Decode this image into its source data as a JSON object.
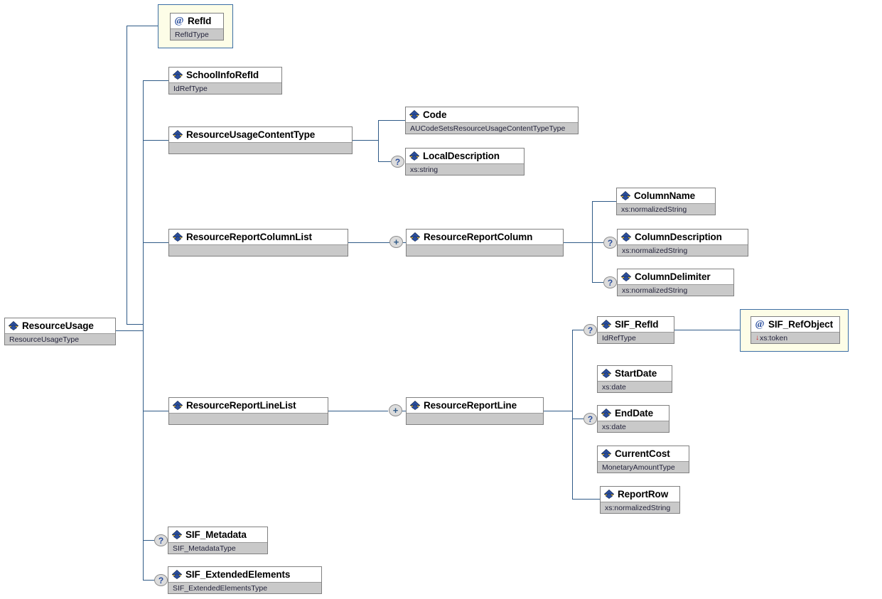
{
  "diagram": {
    "title": "ResourceUsage XSD structure diagram",
    "colors": {
      "line": "#2f5a87",
      "node_border": "#808080",
      "type_row": "#c9c9c9",
      "attribute_frame_bg": "#fdfde7",
      "attribute_frame_border": "#3b6ea5",
      "marker_bg": "#dcdcdc",
      "icon_blue": "#2b4f9e",
      "icon_yellow": "#f2c12e",
      "arrow_red": "#cc2222"
    },
    "markers": {
      "optional": "?",
      "sequence": "+"
    },
    "nodes": {
      "root": {
        "name": "ResourceUsage",
        "type": "ResourceUsageType",
        "icon": "element-icon"
      },
      "ref_id": {
        "name": "RefId",
        "type": "RefIdType",
        "icon": "attribute-icon"
      },
      "school_info_ref_id": {
        "name": "SchoolInfoRefId",
        "type": "IdRefType",
        "icon": "element-icon"
      },
      "resource_usage_content_type": {
        "name": "ResourceUsageContentType",
        "type": "",
        "icon": "element-icon"
      },
      "code": {
        "name": "Code",
        "type": "AUCodeSetsResourceUsageContentTypeType",
        "icon": "element-icon"
      },
      "local_description": {
        "name": "LocalDescription",
        "type": "xs:string",
        "icon": "element-icon"
      },
      "resource_report_column_list": {
        "name": "ResourceReportColumnList",
        "type": "",
        "icon": "element-icon"
      },
      "resource_report_column": {
        "name": "ResourceReportColumn",
        "type": "",
        "icon": "element-icon"
      },
      "column_name": {
        "name": "ColumnName",
        "type": "xs:normalizedString",
        "icon": "element-icon"
      },
      "column_description": {
        "name": "ColumnDescription",
        "type": "xs:normalizedString",
        "icon": "element-icon"
      },
      "column_delimiter": {
        "name": "ColumnDelimiter",
        "type": "xs:normalizedString",
        "icon": "element-icon"
      },
      "resource_report_line_list": {
        "name": "ResourceReportLineList",
        "type": "",
        "icon": "element-icon"
      },
      "resource_report_line": {
        "name": "ResourceReportLine",
        "type": "",
        "icon": "element-icon"
      },
      "sif_refid": {
        "name": "SIF_RefId",
        "type": "IdRefType",
        "icon": "element-icon"
      },
      "sif_refobject": {
        "name": "SIF_RefObject",
        "type": "xs:token",
        "type_prefix": "↓",
        "icon": "attribute-icon"
      },
      "start_date": {
        "name": "StartDate",
        "type": "xs:date",
        "icon": "element-icon"
      },
      "end_date": {
        "name": "EndDate",
        "type": "xs:date",
        "icon": "element-icon"
      },
      "current_cost": {
        "name": "CurrentCost",
        "type": "MonetaryAmountType",
        "icon": "element-icon"
      },
      "report_row": {
        "name": "ReportRow",
        "type": "xs:normalizedString",
        "icon": "element-icon"
      },
      "sif_metadata": {
        "name": "SIF_Metadata",
        "type": "SIF_MetadataType",
        "icon": "element-icon"
      },
      "sif_extended_elements": {
        "name": "SIF_ExtendedElements",
        "type": "SIF_ExtendedElementsType",
        "icon": "element-icon"
      }
    }
  }
}
